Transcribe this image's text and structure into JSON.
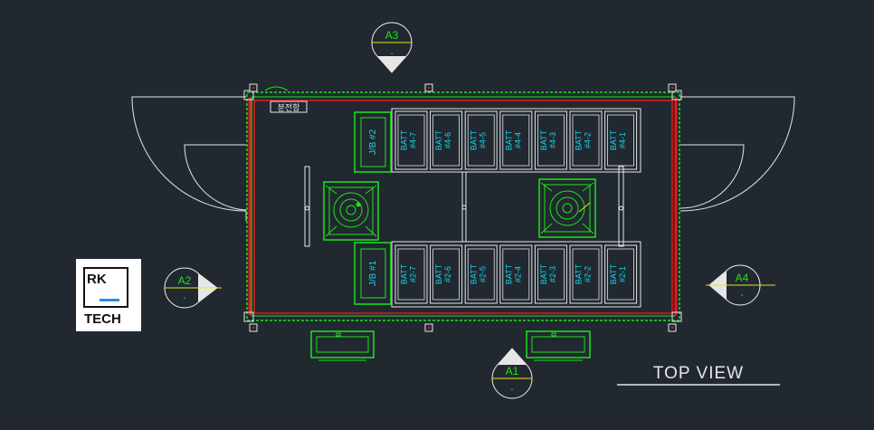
{
  "view_title": "TOP VIEW",
  "panel_tag": "분전함",
  "section_markers": [
    {
      "id": "A1",
      "sub": "-"
    },
    {
      "id": "A2",
      "sub": "-"
    },
    {
      "id": "A3",
      "sub": "-"
    },
    {
      "id": "A4",
      "sub": "-"
    }
  ],
  "junction_boxes": {
    "top": "J/B #2",
    "bottom": "J/B #1"
  },
  "battery_rows": {
    "top": [
      "BATT #4-7",
      "BATT #4-6",
      "BATT #4-5",
      "BATT #4-4",
      "BATT #4-3",
      "BATT #4-2",
      "BATT #4-1"
    ],
    "bottom": [
      "BATT #2-7",
      "BATT #2-6",
      "BATT #2-5",
      "BATT #2-4",
      "BATT #2-3",
      "BATT #2-2",
      "BATT #2-1"
    ]
  },
  "logo": {
    "line1": "RK",
    "line2": "TECH"
  },
  "colors": {
    "background": "#212830",
    "outline": "#e6e6e6",
    "equipment": "#19e619",
    "label": "#19d4e6",
    "wall": "#e61919",
    "marker": "#e6e619"
  }
}
